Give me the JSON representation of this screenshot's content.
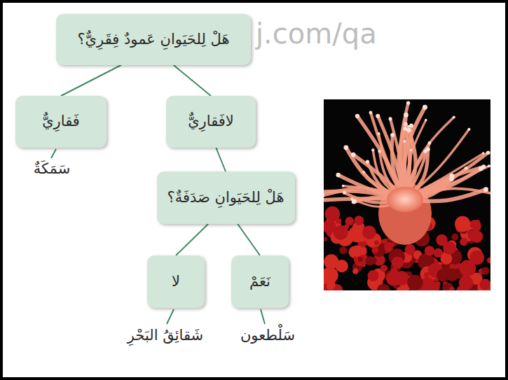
{
  "diagram": {
    "nodes": [
      {
        "text": [
          "هَلْ لِلحَيَوانِ عَمودٌ فِقَرِيٌّ؟"
        ]
      },
      {
        "text": [
          "لافَقارِيٌّ"
        ]
      },
      {
        "text": [
          "فَقارِيٌّ"
        ]
      },
      {
        "text": [
          "هَلْ لِلحَيَوانِ صَدَفَةٌ؟"
        ]
      },
      {
        "text": [
          "نَعَمْ"
        ]
      },
      {
        "text": [
          "لا"
        ]
      }
    ],
    "edges": [
      {
        "from": 0,
        "to": 1,
        "arrow": "none"
      },
      {
        "from": 0,
        "to": 2,
        "arrow": "none"
      },
      {
        "from": 1,
        "to": 3,
        "arrow": "none"
      },
      {
        "from": 3,
        "to": 4,
        "arrow": "none"
      },
      {
        "from": 3,
        "to": 5,
        "arrow": "none"
      }
    ],
    "labels": [
      "j.com/qa",
      "سَمَكَةٌ",
      "سَلْطعون",
      "شَقائِقُ البَحْرِ"
    ]
  }
}
